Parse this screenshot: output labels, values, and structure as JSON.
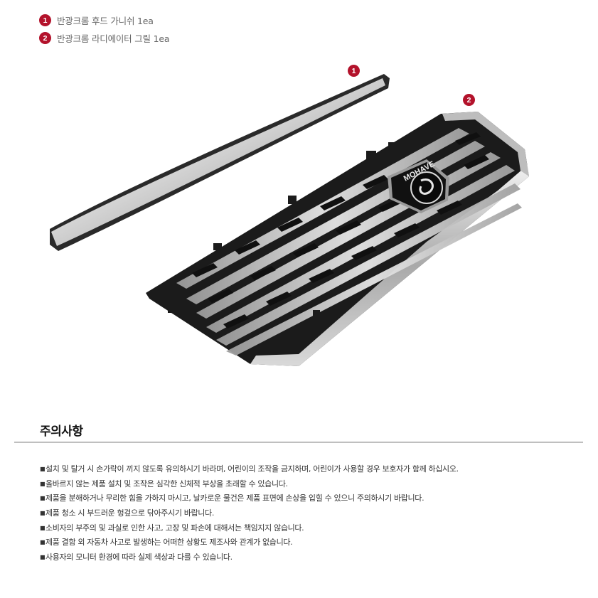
{
  "items": [
    {
      "number": "1",
      "label": "반광크롬 후드 가니쉬 1ea"
    },
    {
      "number": "2",
      "label": "반광크롬 라디에이터 그릴 1ea"
    }
  ],
  "callouts": [
    "1",
    "2"
  ],
  "emblem_text": "MOHAVE",
  "section_title": "주의사항",
  "notes": [
    "설치 및 탈거 시 손가락이 끼지 않도록 유의하시기 바라며, 어린이의 조작을 금지하며, 어린이가 사용할 경우 보호자가 함께 하십시오.",
    "올바르지 않는 제품 설치 및 조작은 심각한 신체적 부상을 초래할 수 있습니다.",
    "제품을 분해하거나 무리한 힘을 가하지 마시고, 날카로운 물건은 제품 표면에 손상을 입힐 수 있으니 주의하시기 바랍니다.",
    "제품 청소 시 부드러운 헝겊으로 닦아주시기 바랍니다.",
    "소비자의 부주의 및 과실로 인한 사고, 고장 및 파손에 대해서는 책임지지 않습니다.",
    "제품 결함 외 자동차 사고로 발생하는 어떠한 상황도 제조사와 관계가 없습니다.",
    "사용자의 모니터 환경에 따라 실제 색상과 다를 수 있습니다."
  ],
  "colors": {
    "badge": "#b3122b",
    "divider": "#bfbfbf",
    "chrome": "#c8c8c8",
    "grille_black": "#1b1b1b"
  }
}
